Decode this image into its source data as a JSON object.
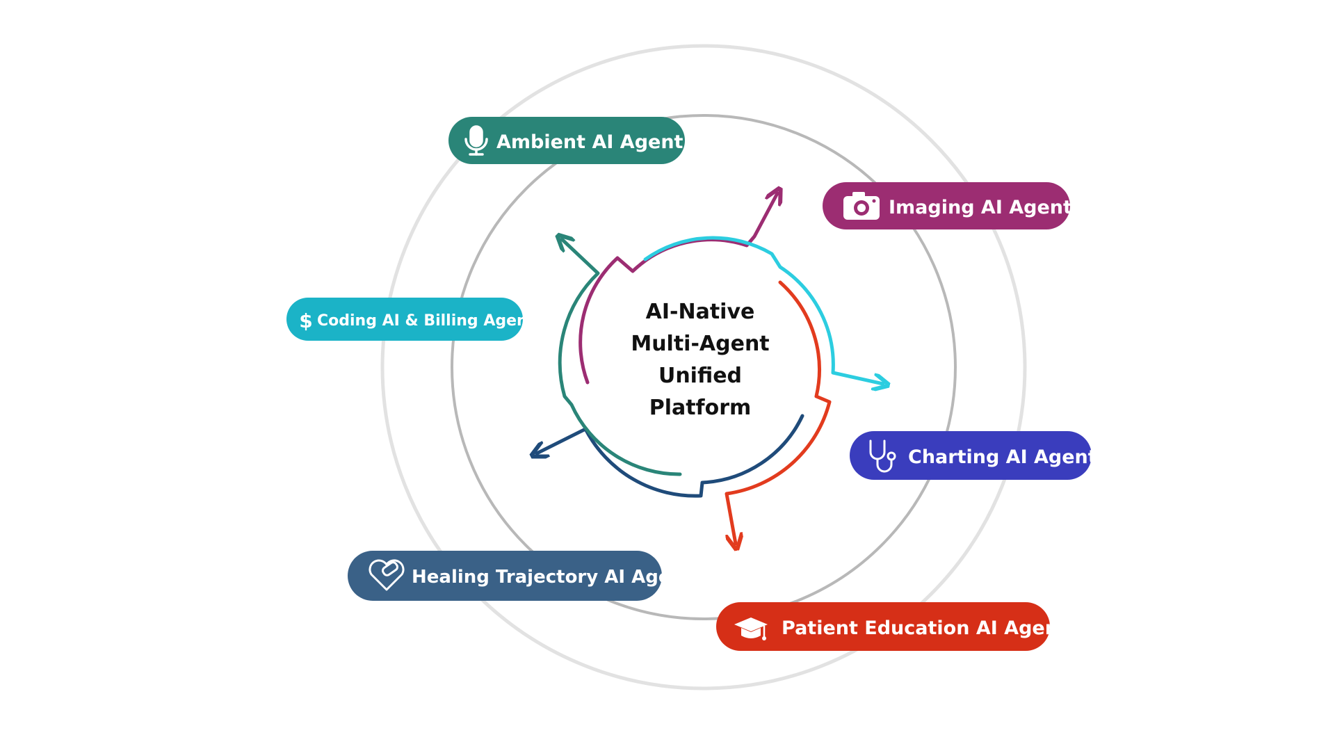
{
  "center": {
    "lines": [
      "AI-Native",
      "Multi-Agent",
      "Unified",
      "Platform"
    ]
  },
  "agents": [
    {
      "label": "Ambient AI Agent",
      "icon": "microphone-icon",
      "color": "#2a8578"
    },
    {
      "label": "Imaging AI Agent",
      "icon": "camera-icon",
      "color": "#9c2d72"
    },
    {
      "label": "Coding AI & Billing Agent",
      "icon": "dollar-icon",
      "color": "#1bb3c7"
    },
    {
      "label": "Charting AI Agent",
      "icon": "stethoscope-icon",
      "color": "#3a3dbd"
    },
    {
      "label": "Healing Trajectory AI Agent",
      "icon": "heart-bandage-icon",
      "color": "#3a6187"
    },
    {
      "label": "Patient Education AI Agent",
      "icon": "graduation-cap-icon",
      "color": "#d62f17"
    }
  ],
  "colors": {
    "outer_ring": "#e2e2e2",
    "inner_ring": "#b8b8b8",
    "arc_teal": "#2a8578",
    "arc_magenta": "#9c2d72",
    "arc_cyan": "#2ccde0",
    "arc_red": "#e23b1e",
    "arc_navy": "#1f4b7a"
  }
}
